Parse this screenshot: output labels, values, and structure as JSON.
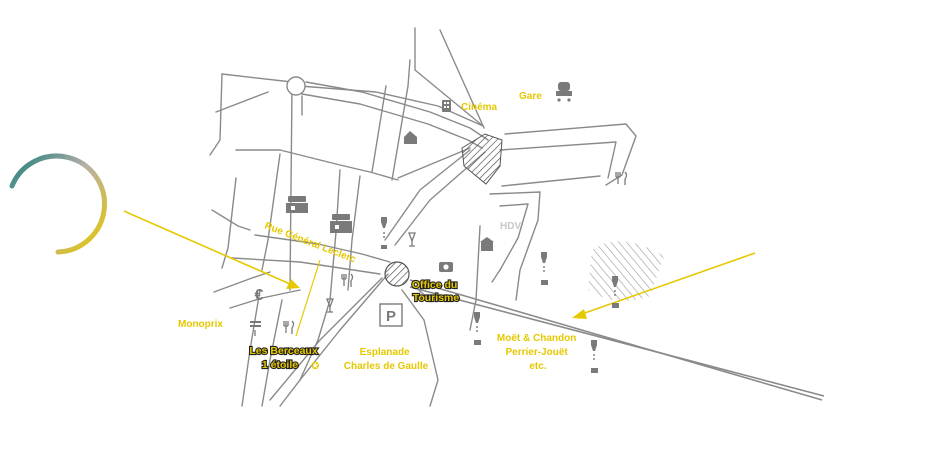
{
  "labels": {
    "cinema": "Cinéma",
    "gare": "Gare",
    "hdv": "HDV",
    "rue": "Rue Général Leclerc",
    "office_line1": "Office du",
    "office_line2": "Tourisme",
    "monoprix": "Monoprix",
    "berceaux_line1": "Les Berceaux",
    "berceaux_line2": "1 étoile",
    "esplanade_line1": "Esplanade",
    "esplanade_line2": "Charles de Gaulle",
    "moet_line1": "Moët & Chandon",
    "moet_line2": "Perrier-Jouët",
    "moet_line3": "etc."
  },
  "icons": {
    "euro": "€",
    "parking": "P",
    "star": "✪"
  },
  "colors": {
    "accent": "#e6c800",
    "road": "#8a8a8a",
    "icon": "#7a7a7a",
    "ring_teal": "#1f7f7a",
    "ring_grey": "#b8b0a8",
    "ring_yellow": "#e6c800"
  }
}
